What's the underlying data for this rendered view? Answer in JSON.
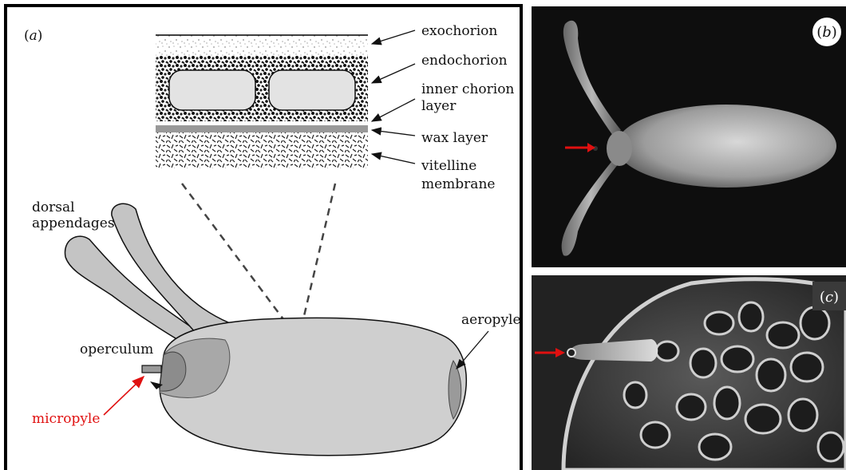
{
  "panel_a": {
    "label_open": "(",
    "label_letter": "a",
    "label_close": ")",
    "layers": [
      {
        "name": "exochorion"
      },
      {
        "name": "endochorion"
      },
      {
        "name_line1": "inner chorion",
        "name_line2": "layer"
      },
      {
        "name": "wax layer"
      },
      {
        "name_line1": "vitelline",
        "name_line2": "membrane"
      }
    ],
    "dorsal_line1": "dorsal",
    "dorsal_line2": "appendages",
    "operculum": "operculum",
    "micropyle": "micropyle",
    "aeropyle": "aeropyle"
  },
  "panel_b": {
    "label_open": "(",
    "label_letter": "b",
    "label_close": ")"
  },
  "panel_c": {
    "label_open": "(",
    "label_letter": "c",
    "label_close": ")"
  },
  "colors": {
    "micropyle": "#e01010",
    "egg_fill": "#cfcfcf",
    "arrow_red": "#e01010"
  }
}
